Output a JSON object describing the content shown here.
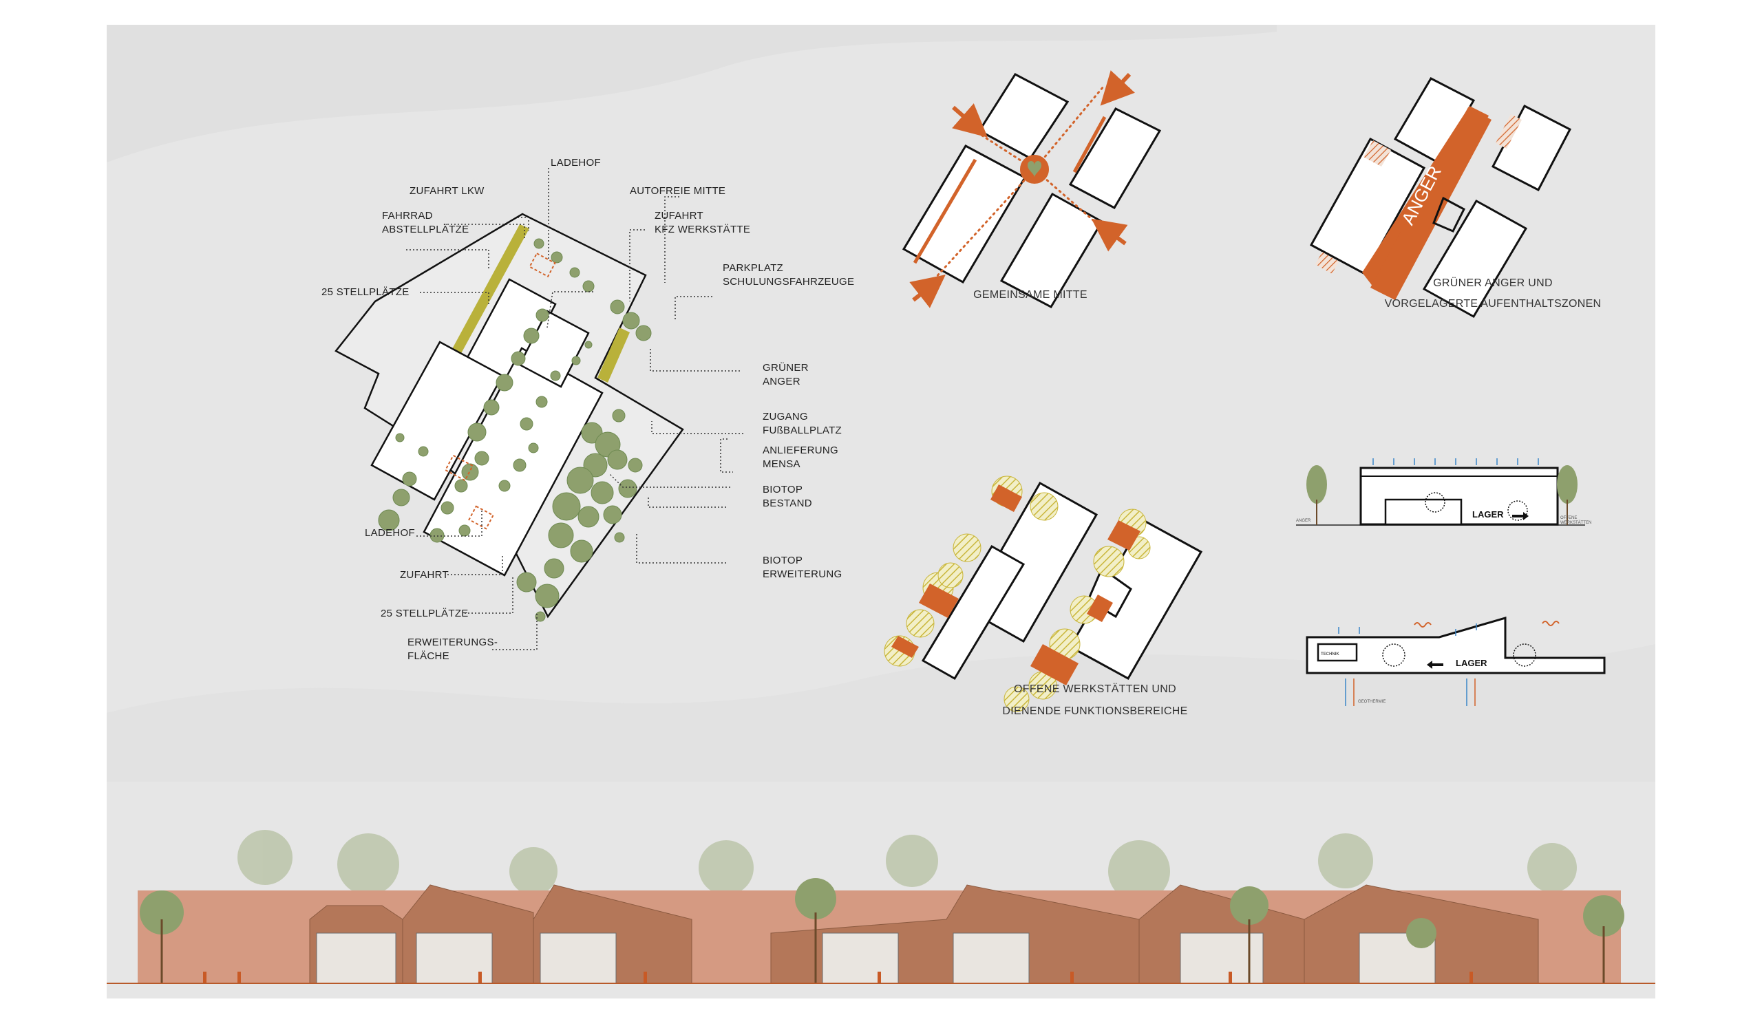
{
  "site_plan": {
    "labels": {
      "ladehof_top": "LADEHOF",
      "zufahrt_lkw": "ZUFAHRT LKW",
      "autofreie_mitte": "AUTOFREIE MITTE",
      "fahrrad_1": "FAHRRAD",
      "fahrrad_2": "ABSTELLPLÄTZE",
      "zufahrt_kfz_1": "ZUFAHRT",
      "zufahrt_kfz_2": "KFZ WERKSTÄTTE",
      "stellplaetze_top": "25 STELLPLÄTZE",
      "parkplatz_1": "PARKPLATZ",
      "parkplatz_2": "SCHULUNGSFAHRZEUGE",
      "anger_1": "GRÜNER",
      "anger_2": "ANGER",
      "zugang_1": "ZUGANG",
      "zugang_2": "FUßBALLPLATZ",
      "anlieferung_1": "ANLIEFERUNG",
      "anlieferung_2": "MENSA",
      "biotop_bestand_1": "BIOTOP",
      "biotop_bestand_2": "BESTAND",
      "ladehof_bottom": "LADEHOF",
      "biotop_erw_1": "BIOTOP",
      "biotop_erw_2": "ERWEITERUNG",
      "zufahrt": "ZUFAHRT",
      "stellplaetze_bottom": "25 STELLPLÄTZE",
      "erweiterung_1": "ERWEITERUNGS-",
      "erweiterung_2": "FLÄCHE"
    }
  },
  "diagrams": {
    "mitte_caption": "GEMEINSAME MITTE",
    "anger_text": "ANGER",
    "anger_caption_1": "GRÜNER ANGER UND",
    "anger_caption_2": "VORGELAGERTE AUFENTHALTSZONEN",
    "werkstaetten_caption_1": "OFFENE WERKSTÄTTEN UND",
    "werkstaetten_caption_2": "DIENENDE FUNKTIONSBEREICHE"
  },
  "sections": {
    "top": {
      "lager": "LAGER",
      "anger_tag": "ANGER",
      "werkstaetten_tag_1": "OFFENE",
      "werkstaetten_tag_2": "WERKSTÄTTEN"
    },
    "bottom": {
      "technik": "TECHNIK",
      "lager": "LAGER",
      "geothermie_tag": "GEOTHERMIE"
    }
  },
  "colors": {
    "orange": "#d2632a",
    "tree_green": "#8ea06d",
    "tree_dark": "#6f8a52",
    "yellow_green": "#b9b13a",
    "facade": "#c6836a",
    "wood": "#b47759",
    "background": "#e6e6e6"
  }
}
